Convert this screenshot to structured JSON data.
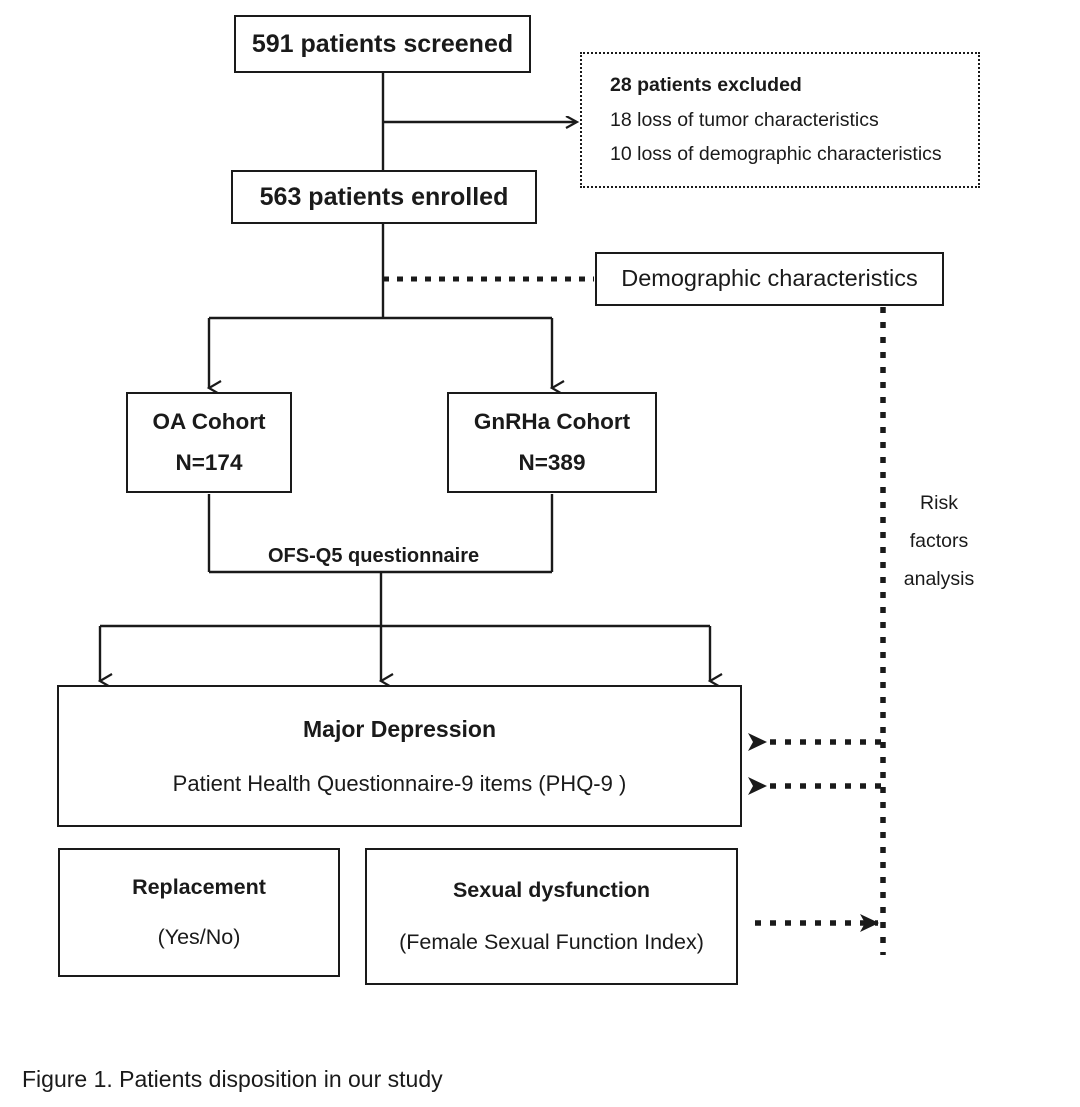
{
  "figure": {
    "caption": "Figure 1. Patients disposition in our study",
    "stroke_color": "#1a1a1a",
    "background_color": "#ffffff"
  },
  "nodes": {
    "screened": {
      "label": "591 patients screened"
    },
    "excluded": {
      "lines": [
        "28 patients excluded",
        "18 loss of tumor characteristics",
        "10 loss of demographic characteristics"
      ]
    },
    "enrolled": {
      "label": "563 patients enrolled"
    },
    "demographic": {
      "label": "Demographic characteristics"
    },
    "oa_cohort": {
      "title": "OA Cohort",
      "count": "N=174"
    },
    "gnrha_cohort": {
      "title": "GnRHa Cohort",
      "count": "N=389"
    },
    "depression": {
      "title": "Major Depression",
      "subtitle": "Patient Health Questionnaire-9 items (PHQ-9 )"
    },
    "replacement": {
      "title": "Replacement",
      "subtitle": "(Yes/No)"
    },
    "sexual_dysfunction": {
      "title": "Sexual dysfunction",
      "subtitle": "(Female Sexual Function Index)"
    }
  },
  "edge_labels": {
    "questionnaire": "OFS-Q5 questionnaire",
    "risk_line1": "Risk",
    "risk_line2": "factors",
    "risk_line3": "analysis"
  },
  "chart_data": {
    "type": "flowchart",
    "title": "Figure 1. Patients disposition in our study",
    "nodes": [
      {
        "id": "screened",
        "text": "591 patients screened",
        "value": 591,
        "style": "solid-box"
      },
      {
        "id": "excluded",
        "text": "28 patients excluded; 18 loss of tumor characteristics; 10 loss of demographic characteristics",
        "value": 28,
        "style": "dotted-box"
      },
      {
        "id": "enrolled",
        "text": "563 patients enrolled",
        "value": 563,
        "style": "solid-box"
      },
      {
        "id": "demographic",
        "text": "Demographic characteristics",
        "style": "solid-box"
      },
      {
        "id": "oa_cohort",
        "text": "OA Cohort N=174",
        "value": 174,
        "style": "solid-box"
      },
      {
        "id": "gnrha_cohort",
        "text": "GnRHa Cohort N=389",
        "value": 389,
        "style": "solid-box"
      },
      {
        "id": "depression",
        "text": "Major Depression / Patient Health Questionnaire-9 items (PHQ-9 )",
        "style": "solid-box"
      },
      {
        "id": "replacement",
        "text": "Replacement (Yes/No)",
        "style": "solid-box"
      },
      {
        "id": "sexual_dysfunction",
        "text": "Sexual dysfunction (Female Sexual Function Index)",
        "style": "solid-box"
      }
    ],
    "edges": [
      {
        "from": "screened",
        "to": "excluded",
        "style": "solid-arrow",
        "label": ""
      },
      {
        "from": "screened",
        "to": "enrolled",
        "style": "solid-line",
        "label": ""
      },
      {
        "from": "enrolled",
        "to": "oa_cohort",
        "style": "solid-arrow",
        "label": ""
      },
      {
        "from": "enrolled",
        "to": "gnrha_cohort",
        "style": "solid-arrow",
        "label": ""
      },
      {
        "from": "demographic",
        "to": "enrolled",
        "style": "dotted-line",
        "label": ""
      },
      {
        "from": "oa_cohort",
        "to": "depression",
        "style": "solid-arrow",
        "label": "OFS-Q5 questionnaire"
      },
      {
        "from": "gnrha_cohort",
        "to": "depression",
        "style": "solid-arrow",
        "label": "OFS-Q5 questionnaire"
      },
      {
        "from": "demographic",
        "to": "depression",
        "style": "dotted-arrow",
        "label": "Risk factors analysis"
      },
      {
        "from": "sexual_dysfunction",
        "to": "demographic",
        "style": "dotted-arrow",
        "label": "Risk factors analysis"
      }
    ]
  }
}
